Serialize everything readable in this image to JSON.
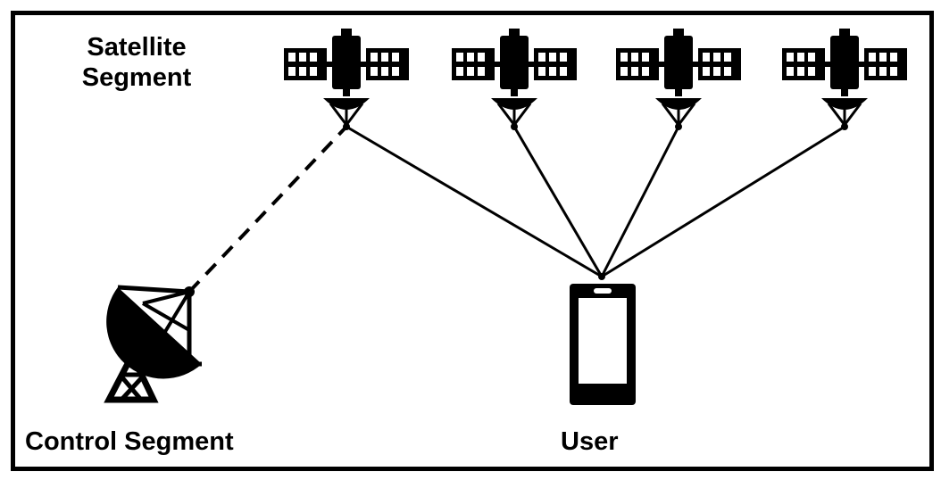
{
  "labels": {
    "satellite_line1": "Satellite",
    "satellite_line2": "Segment",
    "control": "Control Segment",
    "user": "User"
  },
  "colors": {
    "ink": "#000000",
    "background": "#ffffff"
  },
  "icons": {
    "satellite": "satellite-icon",
    "ground_station": "satellite-dish-icon",
    "user_device": "smartphone-icon"
  },
  "links": [
    {
      "from": "control-segment",
      "to": "satellite-1",
      "style": "dashed"
    },
    {
      "from": "user",
      "to": "satellite-1",
      "style": "solid"
    },
    {
      "from": "user",
      "to": "satellite-2",
      "style": "solid"
    },
    {
      "from": "user",
      "to": "satellite-3",
      "style": "solid"
    },
    {
      "from": "user",
      "to": "satellite-4",
      "style": "solid"
    }
  ]
}
